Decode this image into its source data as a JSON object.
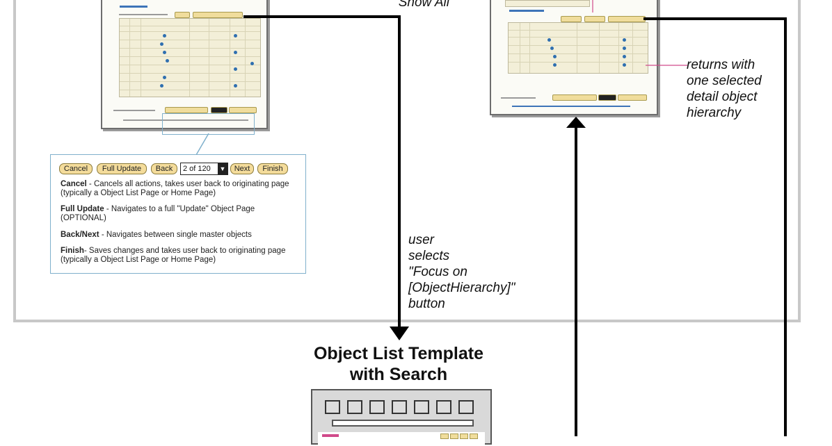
{
  "labels": {
    "show_all": "\"Show All\"",
    "user_selects": "user",
    "user_selects_2": "selects",
    "user_selects_3": "\"Focus on",
    "user_selects_4": "[ObjectHierarchy]\"",
    "user_selects_5": "button",
    "returns_1": "returns with",
    "returns_2": "one selected",
    "returns_3": "detail object",
    "returns_4": "hierarchy"
  },
  "callout": {
    "buttons": {
      "cancel": "Cancel",
      "full_update": "Full Update",
      "back": "Back",
      "page_select": "2 of 120",
      "next": "Next",
      "finish": "Finish"
    },
    "descriptions": [
      {
        "term": "Cancel",
        "text": " - Cancels all actions, takes user back to originating page (typically a Object List Page or Home Page)"
      },
      {
        "term": "Full Update",
        "text": " - Navigates to a full \"Update\" Object Page (OPTIONAL)"
      },
      {
        "term": "Back/Next",
        "text": " - Navigates between single master objects"
      },
      {
        "term": "Finish",
        "text": "- Saves changes and takes user back to originating page (typically a Object List Page or Home Page)"
      }
    ]
  },
  "template": {
    "title_line1": "Object List Template",
    "title_line2": "with Search"
  },
  "colors": {
    "frame": "#c8c8c8",
    "callout_border": "#7fb0cc",
    "button_fill": "#f4dc9b",
    "arrow": "#000000",
    "pointer_line": "#d04a8a"
  }
}
